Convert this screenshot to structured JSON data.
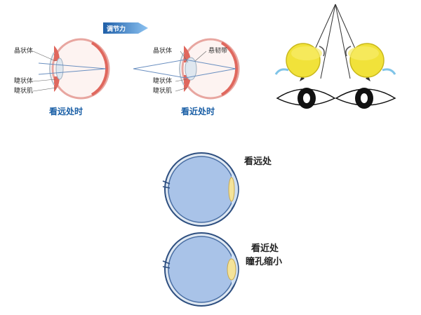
{
  "top_left": {
    "labels": {
      "crystalline_lens": "晶状体",
      "vitreous_body": "睫状体",
      "ciliary_muscle": "睫状肌"
    },
    "caption": "看远处时"
  },
  "accommodation_arrow": {
    "label": "调节力",
    "color": "#2e7fd1"
  },
  "top_middle": {
    "labels": {
      "crystalline_lens": "晶状体",
      "zonule": "悬韧带",
      "vitreous_body": "睫状体",
      "ciliary_muscle": "睫状肌"
    },
    "caption": "看近处时"
  },
  "bottom": {
    "far_caption": "看远处",
    "near_caption_line1": "看近处",
    "near_caption_line2": "瞳孔缩小"
  },
  "colors": {
    "caption_blue": "#1a5fa6",
    "eye_muscle": "#e0685e",
    "yellow_eyeball": "#f1e23a",
    "lower_eye_fill": "#a9c3e8"
  }
}
